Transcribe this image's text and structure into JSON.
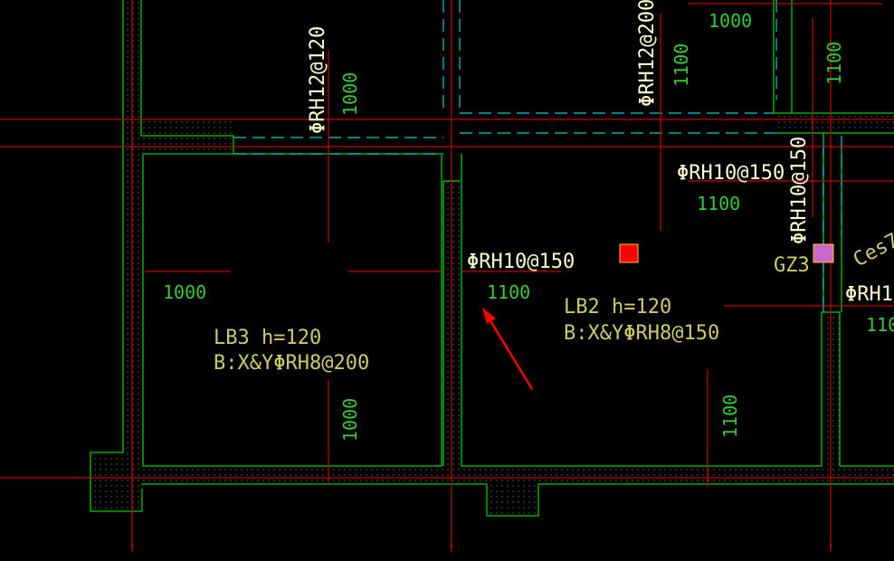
{
  "colors": {
    "background": "#000000",
    "wall": "#00cc00",
    "axis": "#cc0000",
    "dashed_beam": "#00cccc",
    "rebar_label": "#ffffcc",
    "dim_label": "#33cc33",
    "slab_label": "#cccc66",
    "hatch": "#999999",
    "marker": "#ff0000",
    "column": "#cc66cc",
    "arrow": "#ff0000"
  },
  "rebar_labels": {
    "top_left_vertical": "ΦRH12@120",
    "top_mid_vertical": "ΦRH12@200",
    "right_horizontal": "ΦRH10@150",
    "right_vertical": "ΦRH10@150",
    "center_horizontal": "ΦRH10@150",
    "far_right_partial": "ΦRH1"
  },
  "dimension_labels": {
    "top_left": "1000",
    "top_mid": "1100",
    "top_right_horizontal": "1000",
    "top_right_vertical": "1100",
    "right_panel": "1100",
    "left_panel": "1000",
    "center_panel": "1100",
    "bottom_left": "1000",
    "bottom_right": "1100",
    "far_right_partial": "110"
  },
  "slabs": {
    "lb3_title": "LB3  h=120",
    "lb3_spec": "B:X&YΦRH8@200",
    "lb2_title": "LB2  h=120",
    "lb2_spec": "B:X&YΦRH8@150"
  },
  "column_label": "GZ3",
  "partial_label": "Ces7"
}
